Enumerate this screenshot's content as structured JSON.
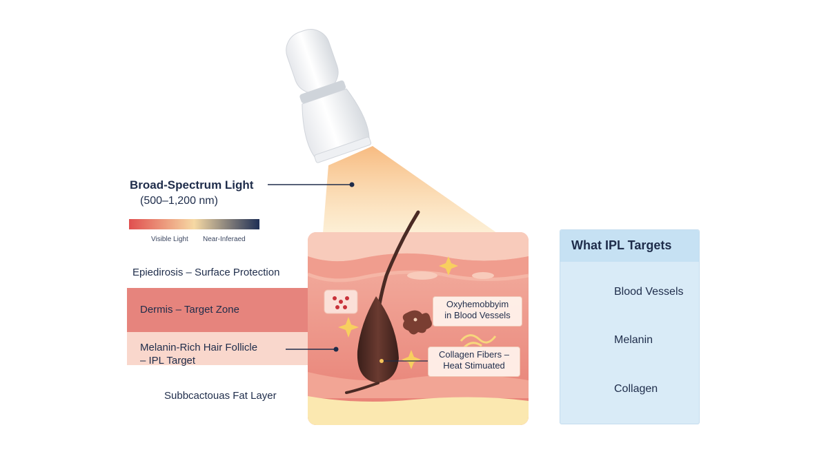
{
  "light": {
    "title": "Broad-Spectrum Light",
    "range": "(500–1,200 nm)",
    "visible_label": "Visible Light",
    "nir_label": "Near-Inferaed",
    "gradient_colors": [
      "#e04f4f",
      "#f6d9a4",
      "#1e2f55"
    ]
  },
  "layers": {
    "epidermis": "Epiedirosis – Surface Protection",
    "dermis": "Dermis – Target Zone",
    "follicle_line1": "Melanin-Rich Hair Follicle",
    "follicle_line2": "– IPL Target",
    "fat": "Subbcactouas Fat Layer"
  },
  "callouts": {
    "oxy_line1": "Oxyhemobbyim",
    "oxy_line2": "in Blood Vessels",
    "collagen_line1": "Collagen Fibers –",
    "collagen_line2": "Heat Stimuated"
  },
  "panel": {
    "title": "What IPL Targets",
    "items": [
      {
        "label": "Blood Vessels",
        "icon": "blood-vessel-icon"
      },
      {
        "label": "Melanin",
        "icon": "melanin-icon"
      },
      {
        "label": "Collagen",
        "icon": "collagen-icon"
      }
    ]
  },
  "colors": {
    "dermis": "#e47a72",
    "epidermis_band": "#f6c7b5",
    "fat": "#fbe8b0",
    "hair": "#4a2a24",
    "panel": "#d9ebf7",
    "navy_text": "#1e2c4a"
  }
}
